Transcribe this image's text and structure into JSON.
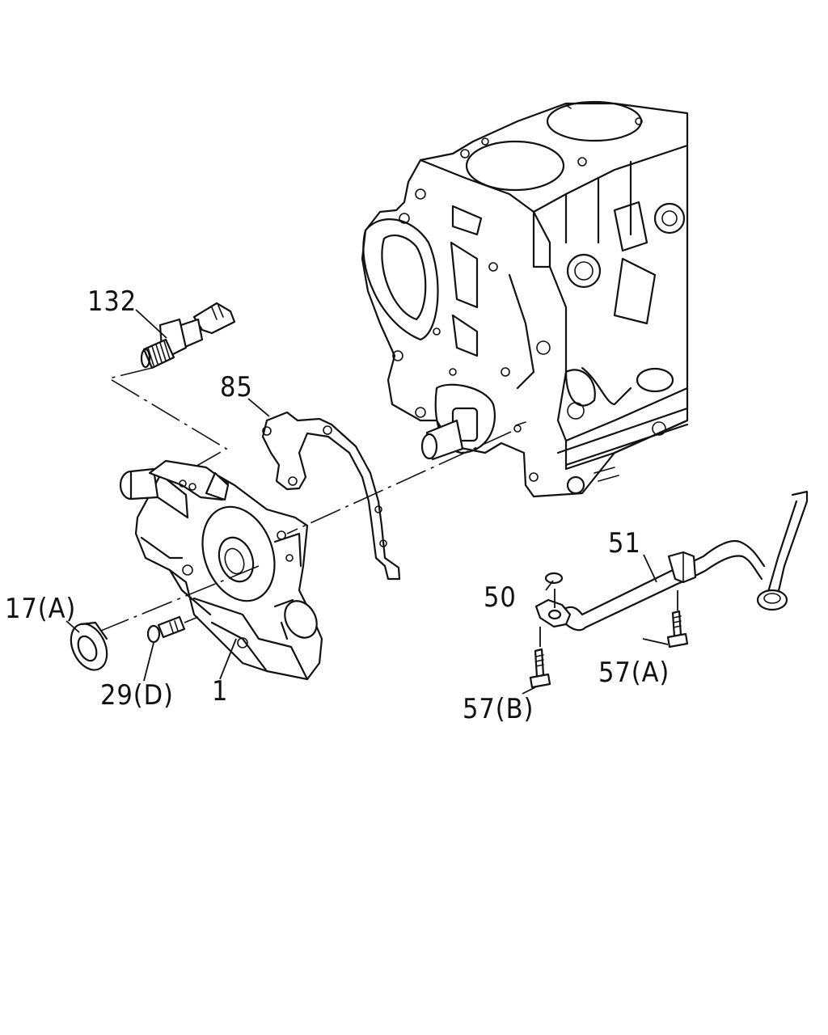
{
  "callouts": {
    "c132": "132",
    "c85": "85",
    "c17a": "17(A)",
    "c29d": "29(D)",
    "c1": "1",
    "c51": "51",
    "c50": "50",
    "c57a": "57(A)",
    "c57b": "57(B)"
  },
  "icons": {
    "engine_block": "engine-block-icon",
    "oil_pressure_switch": "oil-pressure-switch-icon",
    "gasket": "gasket-icon",
    "oil_pump": "oil-pump-icon",
    "oil_seal": "oil-seal-icon",
    "bolt": "bolt-icon",
    "o_ring": "o-ring-icon",
    "oil_pipe": "oil-pipe-icon"
  },
  "colors": {
    "line": "#111111",
    "background": "#ffffff"
  }
}
